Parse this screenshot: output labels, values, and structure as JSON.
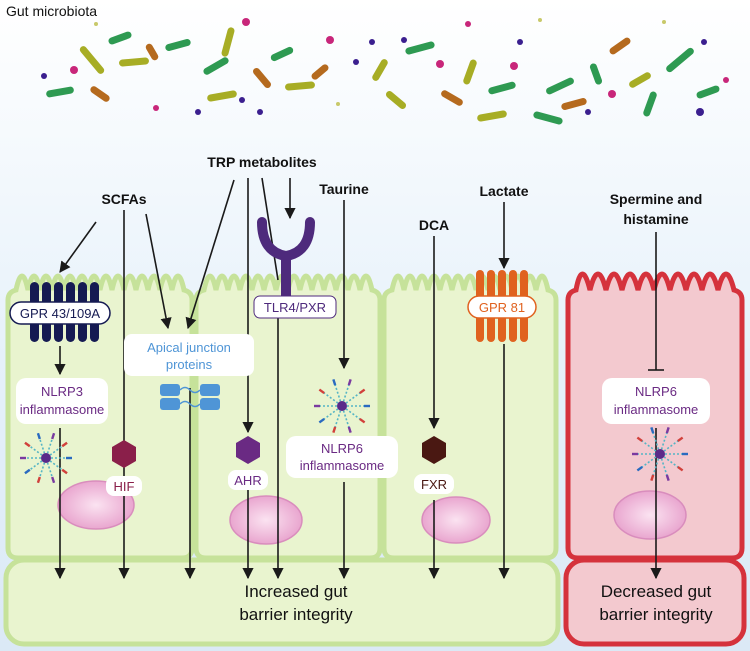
{
  "header": {
    "title": "Gut microbiota"
  },
  "metabolites": {
    "scfas": "SCFAs",
    "trp": "TRP metabolites",
    "taurine": "Taurine",
    "dca": "DCA",
    "lactate": "Lactate",
    "spermine_line1": "Spermine and",
    "spermine_line2": "histamine"
  },
  "receptors": {
    "gpr43": "GPR 43/109A",
    "tlr4": "TLR4/PXR",
    "gpr81": "GPR 81",
    "apical_line1": "Apical junction",
    "apical_line2": "proteins"
  },
  "intracellular": {
    "nlrp3_line1": "NLRP3",
    "nlrp3_line2": "inflammasome",
    "hif": "HIF",
    "ahr": "AHR",
    "fxr": "FXR",
    "nlrp6_green_line1": "NLRP6",
    "nlrp6_green_line2": "inflammasome",
    "nlrp6_red_line1": "NLRP6",
    "nlrp6_red_line2": "inflammasome"
  },
  "outcomes": {
    "increased_line1": "Increased gut",
    "increased_line2": "barrier integrity",
    "decreased_line1": "Decreased gut",
    "decreased_line2": "barrier integrity"
  },
  "colors": {
    "green_cell_fill": "#e9f4cf",
    "green_cell_stroke": "#c6e29a",
    "red_cell_fill": "#f3c9cf",
    "red_cell_stroke": "#d5323c",
    "receptor_navy": "#151a52",
    "receptor_purple": "#4e2a7c",
    "receptor_orange": "#e0621f",
    "apical_blue": "#4f95d6",
    "hif_maroon": "#8a1f4a",
    "ahr_purple": "#6a2a83",
    "fxr_brown": "#4a1812",
    "nucleus_pink": "#eeb6d9",
    "inflammasome_label": "#6a2a83"
  }
}
